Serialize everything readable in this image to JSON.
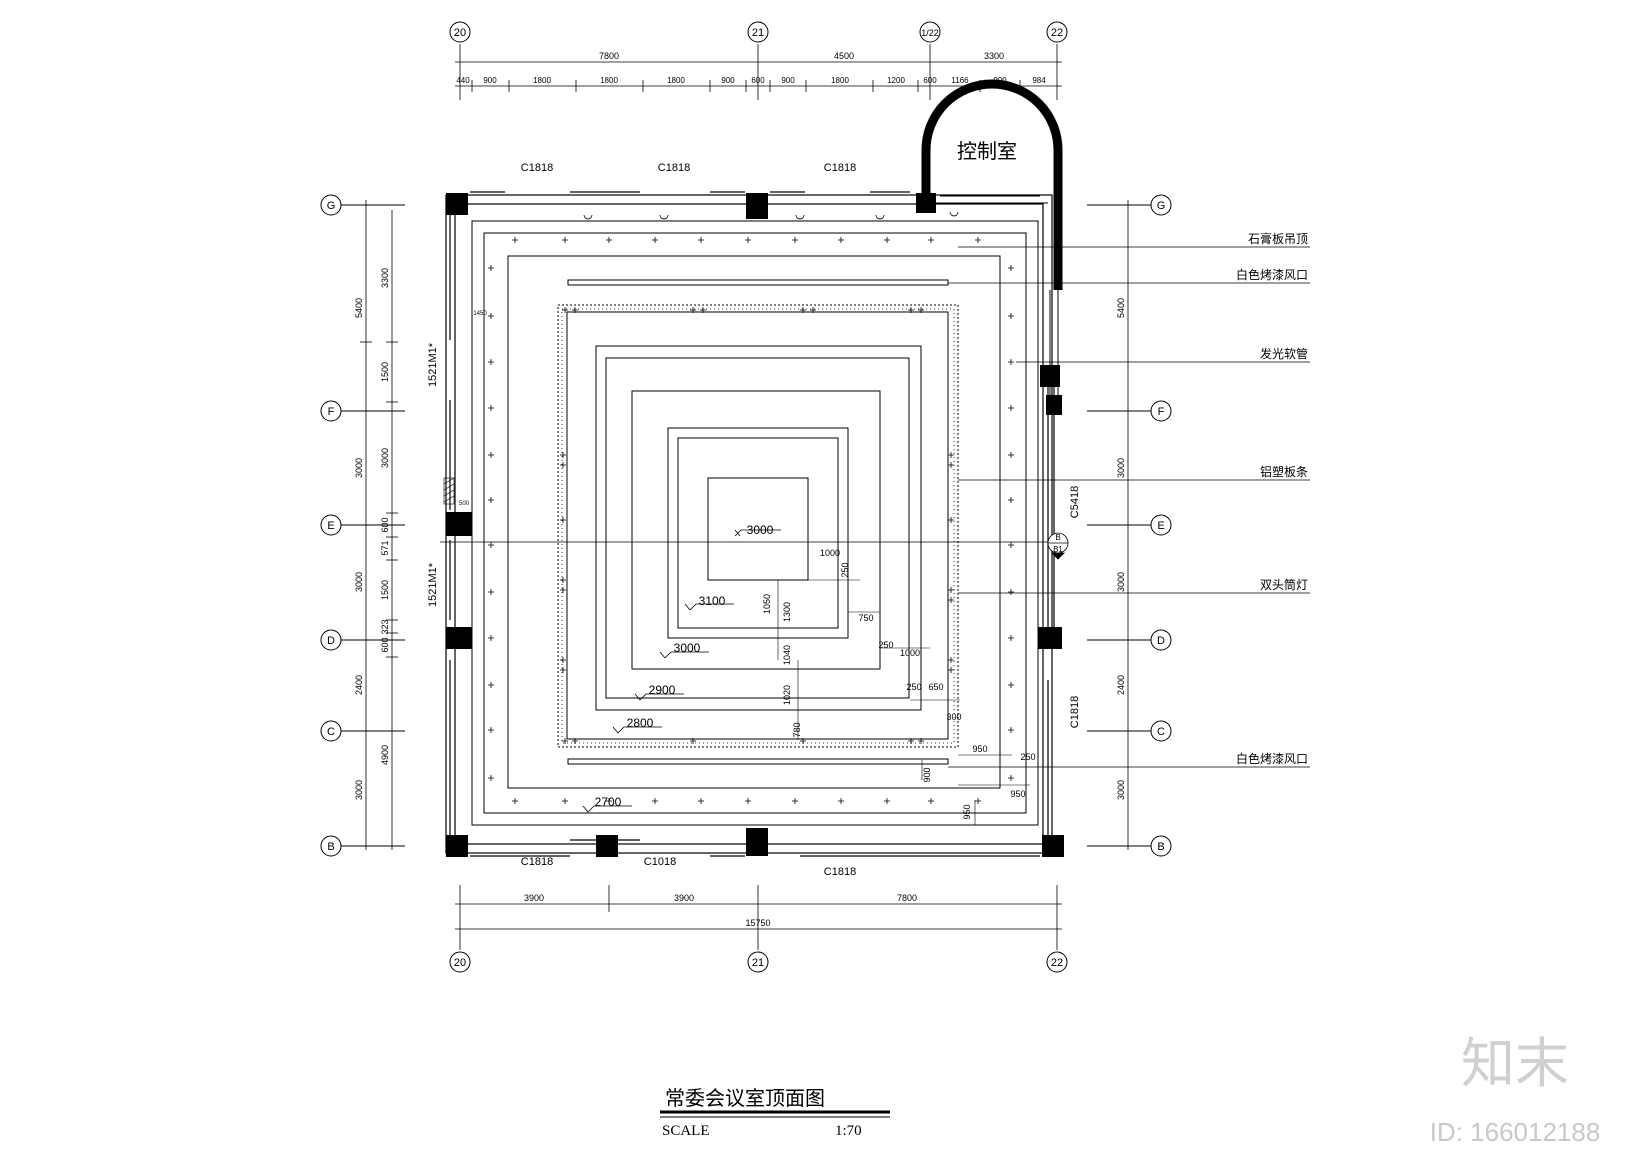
{
  "grid": {
    "cols": {
      "c20": "20",
      "c21": "21",
      "c1_22": "1/22",
      "c22": "22"
    },
    "rows": {
      "G": "G",
      "F": "F",
      "E": "E",
      "D": "D",
      "C": "C",
      "B": "B"
    }
  },
  "dims_top_overall": [
    "7800",
    "4500",
    "3300"
  ],
  "dims_top_detail": [
    "440",
    "900",
    "1800",
    "1800",
    "1800",
    "900",
    "600",
    "900",
    "1800",
    "1200",
    "600",
    "1166",
    "900",
    "984"
  ],
  "dims_bottom": [
    "3900",
    "3900",
    "7800"
  ],
  "dims_bottom_total": "15750",
  "dims_left_outer": [
    "5400",
    "3000",
    "3000",
    "2400",
    "3000"
  ],
  "dims_left_inner": [
    "3300",
    "1500",
    "3000",
    "600",
    "571",
    "1500",
    "323",
    "600",
    "4900"
  ],
  "dims_right": [
    "5400",
    "3000",
    "3000",
    "2400",
    "3000"
  ],
  "window_labels": {
    "top": [
      "C1818",
      "C1818",
      "C1818"
    ],
    "bottom": [
      "C1818",
      "C1018",
      "C1818"
    ],
    "left": [
      "1521M1*",
      "1521M1*"
    ],
    "right": [
      "C5418",
      "C1818"
    ]
  },
  "room_label": "控制室",
  "callouts": [
    "石膏板吊顶",
    "白色烤漆风口",
    "发光软管",
    "铝塑板条",
    "双头筒灯",
    "白色烤漆风口"
  ],
  "elevations": [
    "3000",
    "3100",
    "3000",
    "2900",
    "2800",
    "2700"
  ],
  "inner_dims": [
    "1000",
    "250",
    "1050",
    "1300",
    "750",
    "250",
    "1000",
    "1040",
    "1020",
    "780",
    "250",
    "650",
    "300",
    "950",
    "250",
    "950",
    "900",
    "950",
    "1450",
    "500"
  ],
  "section_mark": {
    "top": "B",
    "bottom": "B1"
  },
  "title": "常委会议室顶面图",
  "scale_label": "SCALE",
  "scale_value": "1:70",
  "watermark": "知末",
  "watermark_id": "ID: 166012188"
}
